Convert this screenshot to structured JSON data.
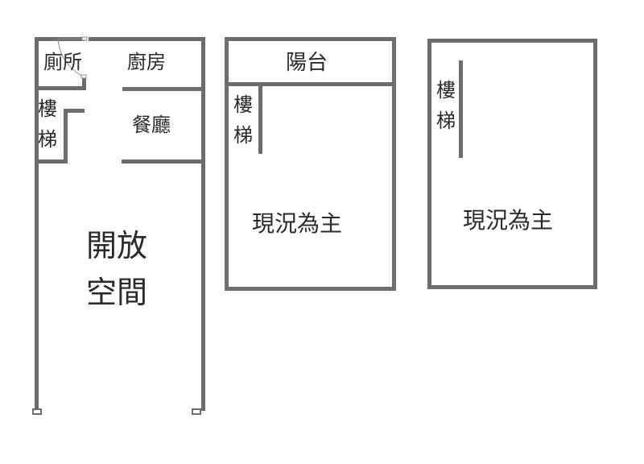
{
  "floor_plans": [
    {
      "name": "first-floor",
      "rooms": {
        "toilet": "廁所",
        "kitchen": "廚房",
        "stairs": [
          "樓",
          "梯"
        ],
        "dining": "餐廳",
        "open_space": [
          "開放",
          "空間"
        ]
      }
    },
    {
      "name": "second-floor",
      "rooms": {
        "balcony": "陽台",
        "stairs": [
          "樓",
          "梯"
        ],
        "note": "現況為主"
      }
    },
    {
      "name": "third-floor",
      "rooms": {
        "stairs": [
          "樓",
          "梯"
        ],
        "note": "現況為主"
      }
    }
  ],
  "colors": {
    "wall": "#6d6d6d",
    "text": "#2a2a2a",
    "background": "#ffffff"
  }
}
